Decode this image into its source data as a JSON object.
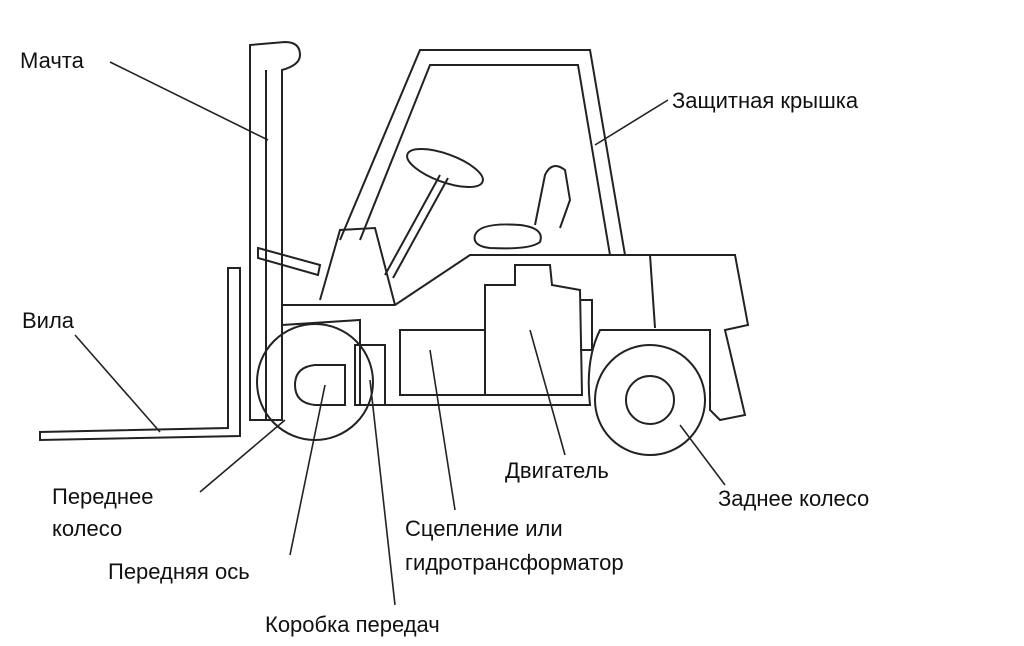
{
  "title": "Forklift components diagram",
  "labels": {
    "mast": "Мачта",
    "overhead_guard": "Защитная крышка",
    "fork": "Вила",
    "front_wheel_1": "Переднее",
    "front_wheel_2": "колесо",
    "front_axle": "Передняя ось",
    "gearbox": "Коробка передач",
    "clutch_1": "Сцепление или",
    "clutch_2": "гидротрансформатор",
    "engine": "Двигатель",
    "rear_wheel": "Заднее колесо"
  },
  "colors": {
    "line": "#222222",
    "background": "#ffffff"
  }
}
